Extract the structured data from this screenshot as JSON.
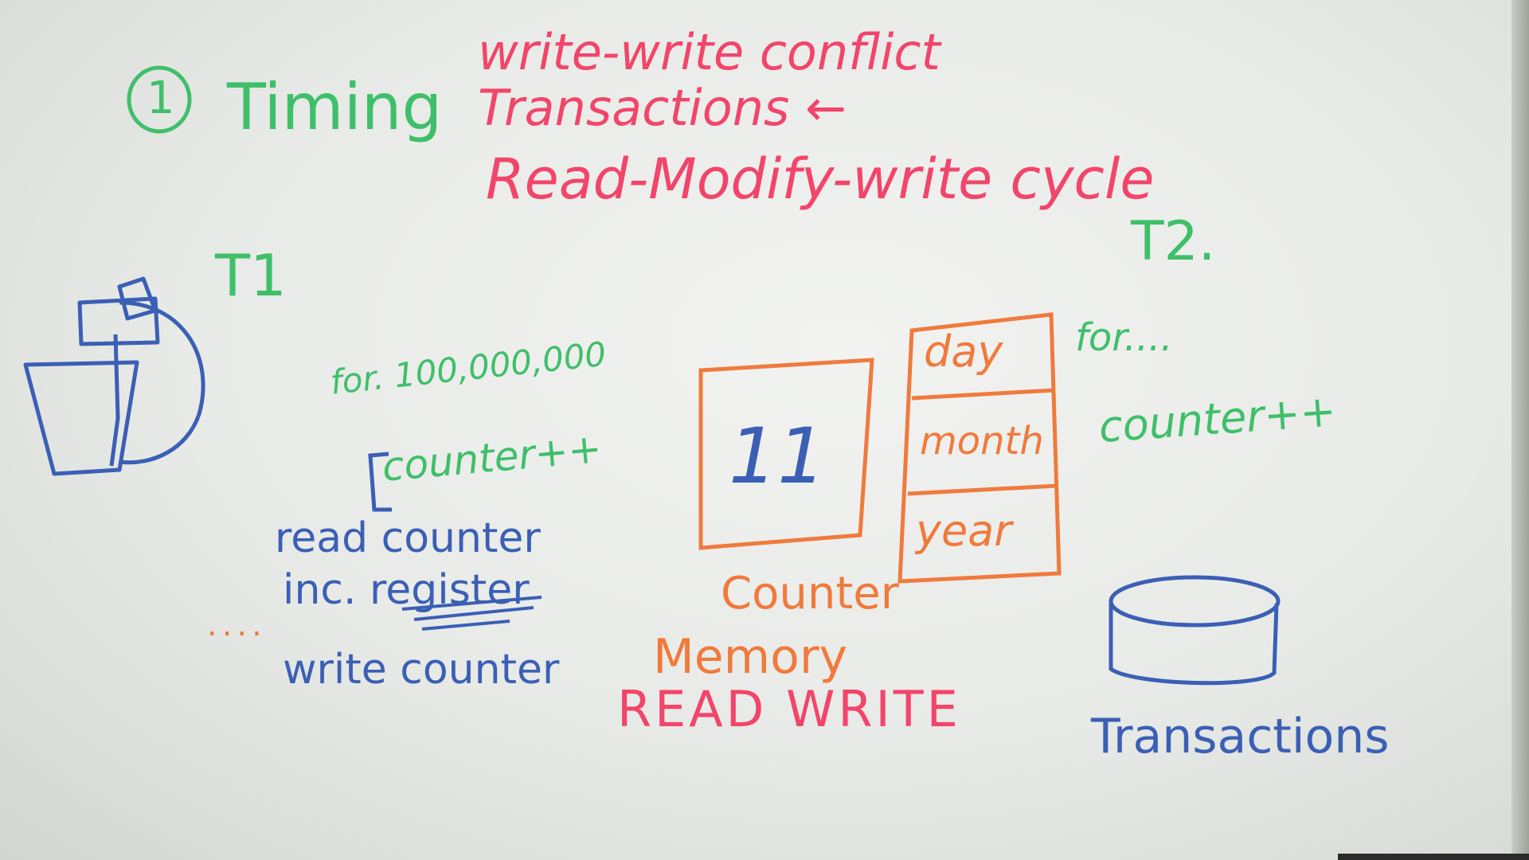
{
  "colors": {
    "green": "#3fbf6a",
    "red": "#f2456a",
    "blue": "#3a5fb5",
    "orange": "#f07a3c"
  },
  "header": {
    "number": "1",
    "topic": "Timing",
    "line1": "write-write conflict",
    "line2": "Transactions ←",
    "line3": "Read-Modify-write cycle"
  },
  "t1": {
    "label": "T1",
    "loop": "for. 100,000,000",
    "body": "counter++",
    "steps": [
      "read counter",
      "inc. register",
      "write counter"
    ],
    "dots": "...."
  },
  "memory": {
    "value": "11",
    "counter_label": "Counter",
    "memory_label": "Memory",
    "ops": "READ WRITE",
    "fields": [
      "day",
      "month",
      "year"
    ]
  },
  "t2": {
    "label": "T2.",
    "loop": "for....",
    "body": "counter++"
  },
  "database": {
    "label": "Transactions"
  },
  "icons": [
    "trash-can-icon",
    "database-cylinder-icon"
  ]
}
